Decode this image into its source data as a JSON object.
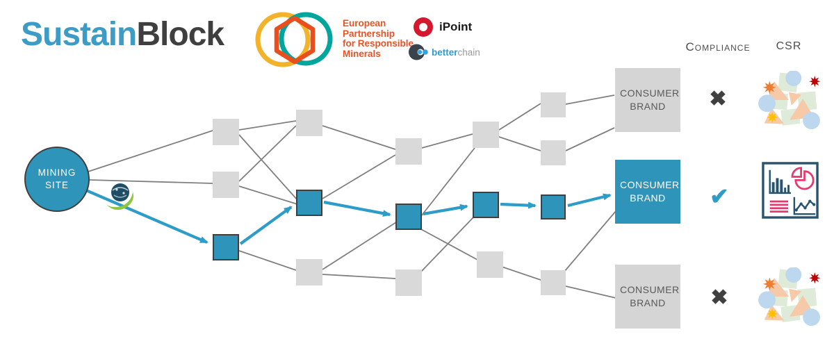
{
  "header": {
    "brand": {
      "sustain": "Sustain",
      "block": "Block"
    },
    "eprm": {
      "lines": [
        "European",
        "Partnership",
        "for Responsible",
        "Minerals"
      ]
    },
    "ipoint": {
      "label": "iPoint"
    },
    "betterchain": {
      "better": "better",
      "chain": "chain"
    }
  },
  "columns": {
    "compliance": "Compliance",
    "csr": "CSR"
  },
  "diagram": {
    "mining": {
      "line1": "MINING",
      "line2": "SITE"
    },
    "brands": [
      {
        "label": "CONSUMER BRAND",
        "compliance": "fail",
        "mark": "✖",
        "csr_icon": "mixed-shapes-collage"
      },
      {
        "label": "CONSUMER BRAND",
        "compliance": "pass",
        "mark": "✔",
        "csr_icon": "analytics-report"
      },
      {
        "label": "CONSUMER BRAND",
        "compliance": "fail",
        "mark": "✖",
        "csr_icon": "mixed-shapes-collage"
      }
    ]
  },
  "colors": {
    "teal_node": "#2F94BA",
    "teal_arrow": "#2D9CC8",
    "node_gray": "#D9D9D9",
    "edge_gray": "#7F7F7F",
    "dark": "#3F3F3F",
    "brand_blue": "#3D9CC6",
    "eprm_orange": "#E65426",
    "eprm_yellow": "#F2B32B",
    "eprm_teal": "#00A59C",
    "ipoint_red": "#D5172F"
  }
}
